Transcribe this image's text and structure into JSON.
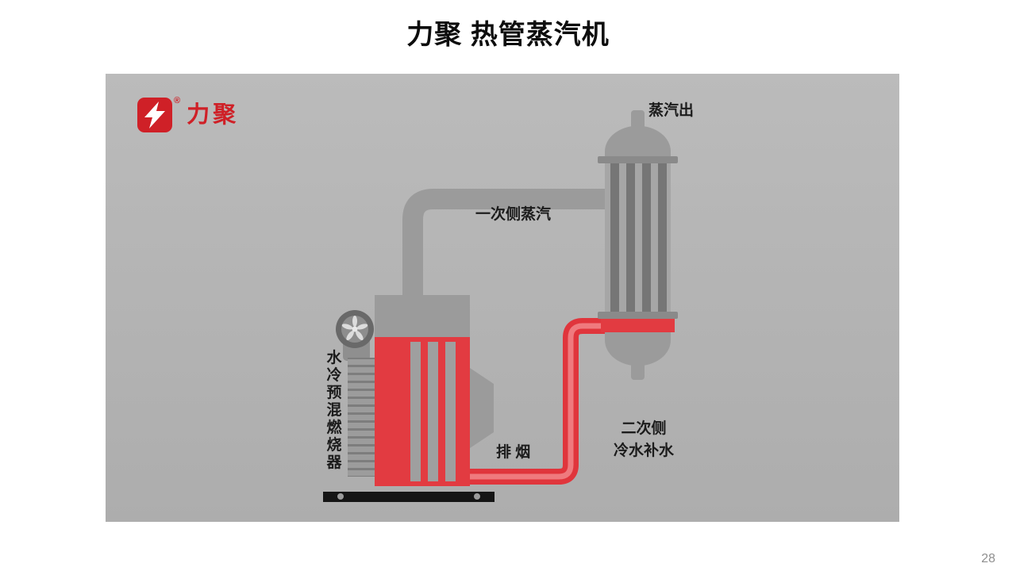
{
  "title": "力聚 热管蒸汽机",
  "page_number": "28",
  "logo": {
    "text": "力聚",
    "reg": "®"
  },
  "labels": {
    "steam_out": "蒸汽出",
    "primary_steam": "一次侧蒸汽",
    "burner": "水冷预混燃烧器",
    "exhaust": "排 烟",
    "secondary_top": "二次侧",
    "secondary_bottom": "冷水补水"
  },
  "colors": {
    "accent_red": "#e23b41",
    "logo_red": "#cf2027",
    "panel_gray": "#b5b5b5",
    "metal_gray": "#9b9b9b",
    "tube_dark_gray": "#767676",
    "base_black": "#151515",
    "text_dark": "#1c1c1c"
  }
}
